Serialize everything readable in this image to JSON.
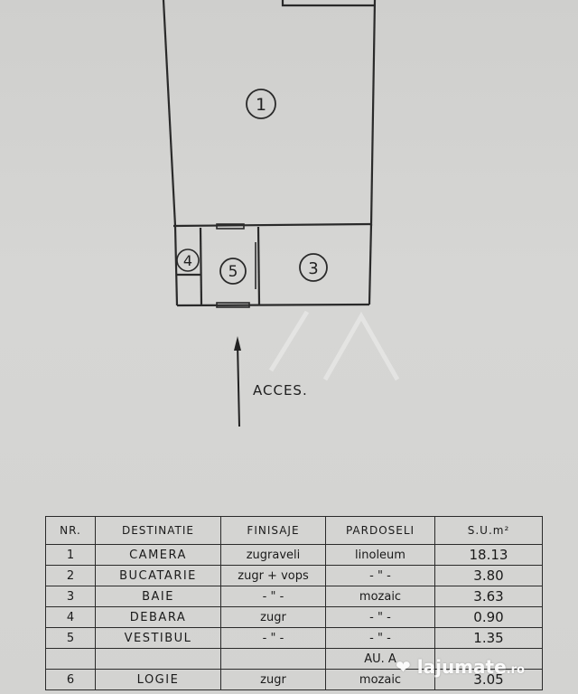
{
  "plan": {
    "rooms": [
      {
        "num": "1"
      },
      {
        "num": "3"
      },
      {
        "num": "4"
      },
      {
        "num": "5"
      }
    ],
    "access_label": "ACCES."
  },
  "schedule": {
    "headers": [
      "NR.",
      "DESTINATIE",
      "FINISAJE",
      "PARDOSELI",
      "S.U.m²"
    ],
    "rows": [
      {
        "nr": "1",
        "dest": "CAMERA",
        "fin": "zugraveli",
        "pard": "linoleum",
        "su": "18.13"
      },
      {
        "nr": "2",
        "dest": "BUCATARIE",
        "fin": "zugr + vops",
        "pard": "- \" -",
        "su": "3.80"
      },
      {
        "nr": "3",
        "dest": "BAIE",
        "fin": "- \" -",
        "pard": "mozaic",
        "su": "3.63"
      },
      {
        "nr": "4",
        "dest": "DEBARA",
        "fin": "zugr",
        "pard": "- \" -",
        "su": "0.90"
      },
      {
        "nr": "5",
        "dest": "VESTIBUL",
        "fin": "- \" -",
        "pard": "- \" -",
        "su": "1.35"
      },
      {
        "nr": "",
        "dest": "",
        "fin": "",
        "pard": "AU. A",
        "su": ""
      },
      {
        "nr": "6",
        "dest": "LOGIE",
        "fin": "zugr",
        "pard": "mozaic",
        "su": "3.05"
      }
    ]
  },
  "watermark": {
    "brand": "lajumate",
    "tld": ".ro",
    "icon": "heart-hands-icon"
  },
  "colors": {
    "paper": "#d3d3d1",
    "ink": "#222222"
  }
}
